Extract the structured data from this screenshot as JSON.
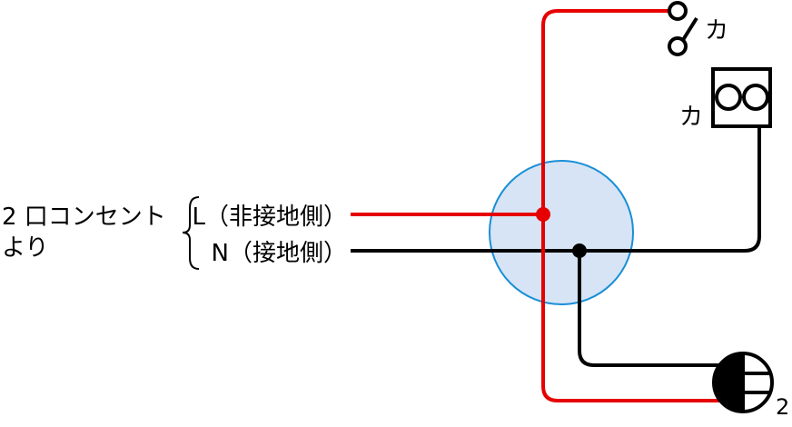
{
  "source_label": {
    "line1": "2 口コンセント",
    "line2": "より"
  },
  "live_label": "L（非接地側）",
  "neutral_label": "N（接地側）",
  "switch_label": "カ",
  "outlet_label": "カ",
  "light_label": "2",
  "colors": {
    "live_wire": "#e60000",
    "neutral_wire": "#000000",
    "junction_fill": "#d6e4f5",
    "junction_stroke": "#1a8fd6"
  }
}
